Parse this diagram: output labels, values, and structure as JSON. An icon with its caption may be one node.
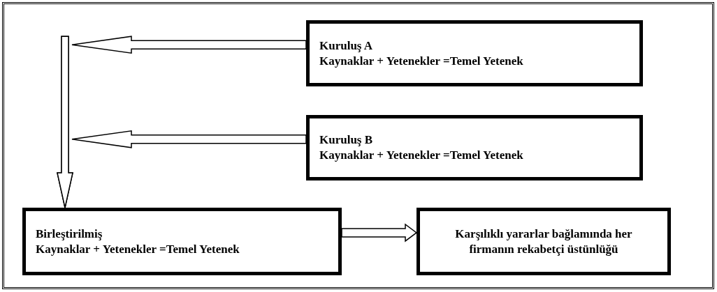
{
  "diagram": {
    "nodes": [
      {
        "text": [
          "Kuruluş A",
          "Kaynaklar + Yetenekler =Temel Yetenek"
        ]
      },
      {
        "text": [
          "Kuruluş B",
          "Kaynaklar + Yetenekler =Temel Yetenek"
        ]
      },
      {
        "text": [
          "Birleştirilmiş",
          "Kaynaklar + Yetenekler =Temel Yetenek"
        ]
      },
      {
        "text": [
          "Karşılıklı yararlar bağlamında her firmanın rekabetçi üstünlüğü"
        ]
      }
    ],
    "edges": [
      {
        "from": 0,
        "to": 2,
        "arrow": "to"
      },
      {
        "from": 1,
        "to": 2,
        "arrow": "to"
      },
      {
        "from": 2,
        "to": 3,
        "arrow": "to"
      }
    ]
  }
}
